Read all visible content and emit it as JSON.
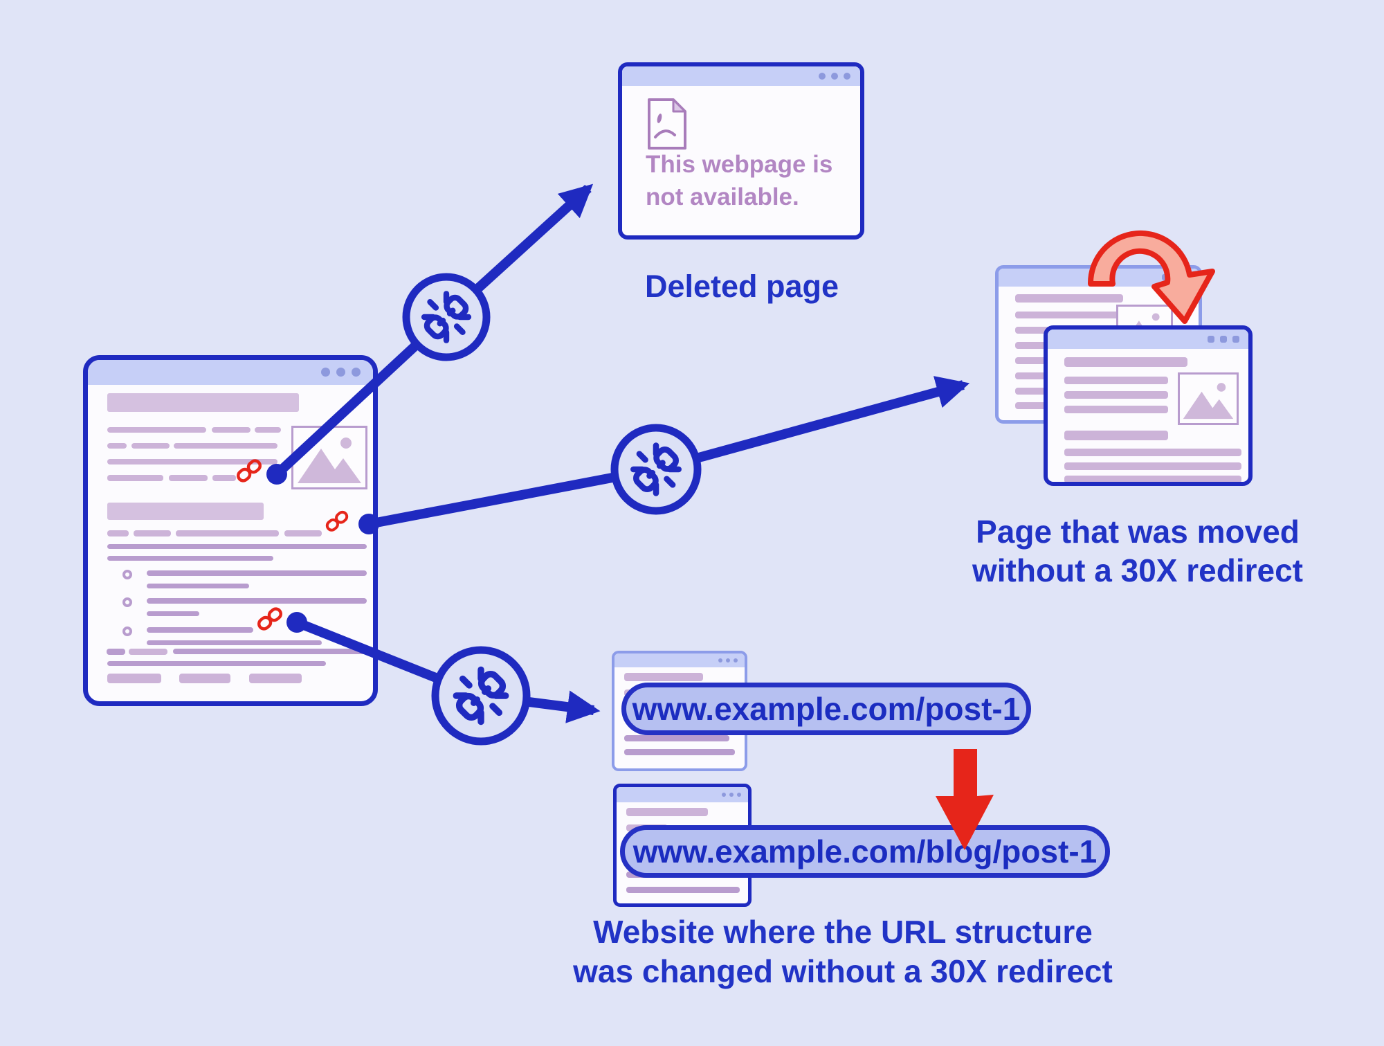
{
  "diagram": {
    "background": "#e0e4f7",
    "palette": {
      "accent_blue": "#1f2ac0",
      "text_blue": "#2133c6",
      "light_window_border": "#8c9ce9",
      "titlebar": "#c6cff7",
      "titlebar_dot": "#8d99dd",
      "skeleton_mauve": "#ccb3d8",
      "skeleton_mauve_dark": "#b89cce",
      "skeleton_block": "#d5c1e0",
      "purple_text": "#b286c3",
      "purple_icon": "#a87cba",
      "red": "#e6251a",
      "red_arrow_fill": "#f8ac9d",
      "pill_fill": "#b6c0f1",
      "pill_text": "#1b2cc0",
      "badge_fill": "#dce1f6"
    },
    "deleted_page": {
      "message_line1": "This webpage is",
      "message_line2": "not available.",
      "caption": "Deleted page"
    },
    "moved_page": {
      "caption_line1": "Page that was moved",
      "caption_line2": "without a 30X redirect"
    },
    "changed_url": {
      "old_url": "www.example.com/post-1",
      "new_url": "www.example.com/blog/post-1",
      "caption_line1": "Website where the URL structure",
      "caption_line2": "was changed without a 30X redirect"
    },
    "icons": [
      "broken-link-badge",
      "chain-link-icon",
      "sad-page-icon",
      "image-placeholder-icon",
      "curved-redirect-arrow-icon",
      "down-arrow-icon",
      "window-dots"
    ]
  }
}
